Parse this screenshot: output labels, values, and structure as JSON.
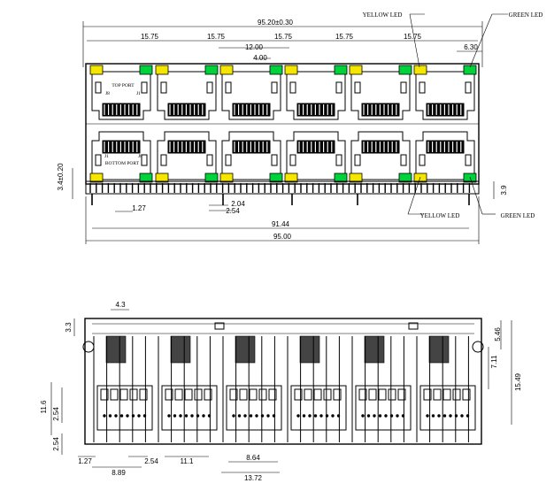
{
  "colors": {
    "yellow_led": "#f5e600",
    "green_led": "#00d23c",
    "ink": "#000000"
  },
  "top_view": {
    "overall_width_tol": "95.20±0.30",
    "pitch": [
      "15.75",
      "15.75",
      "15.75",
      "15.75",
      "15.75"
    ],
    "inner_width": "12.00",
    "led_offset": "4.00",
    "edge_to_led": "6.30",
    "yellow_led_label_top": "YELLOW LED",
    "green_led_label_top": "GREEN LED",
    "yellow_led_label_bottom": "YELLOW LED",
    "green_led_label_bottom": "GREEN LED",
    "top_port_label": "TOP PORT",
    "bottom_port_label": "BOTTOM PORT",
    "pin_first": "J8",
    "pin_last": "J1",
    "pin_first_bottom": "J1",
    "pin_last_bottom": "J8",
    "height_left": "3.4±0.20",
    "pin_length": "3.9",
    "pin_pitch": "1.27",
    "pin_offset_a": "2.04",
    "pin_offset_b": "2.54",
    "pin_span": "91.44",
    "body_width": "95.00"
  },
  "bottom_view": {
    "top_gap": "4.3",
    "edge": "3.3",
    "right_a": "5.46",
    "right_b": "7.11",
    "right_c": "15.49",
    "left_height": "11.6",
    "left_a": "2.54",
    "left_b": "2.54",
    "bottom_a": "1.27",
    "bottom_b": "8.89",
    "bottom_c": "2.54",
    "bottom_d": "11.1",
    "bottom_e": "8.64",
    "bottom_f": "13.72"
  }
}
